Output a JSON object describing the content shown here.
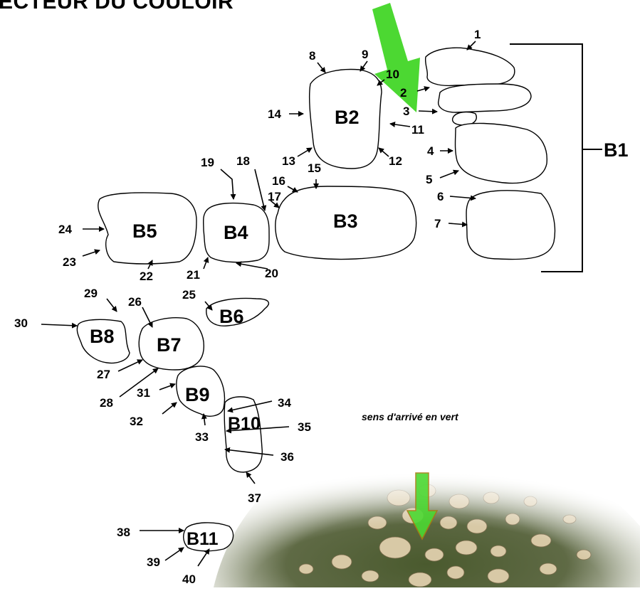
{
  "title": "ECTEUR DU COULOIR",
  "caption": "sens d'arrivé en vert",
  "colors": {
    "arrow_green": "#4cd832",
    "outline": "#000000",
    "background": "#ffffff"
  },
  "blocks": {
    "B1": "B1",
    "B2": "B2",
    "B3": "B3",
    "B4": "B4",
    "B5": "B5",
    "B6": "B6",
    "B7": "B7",
    "B8": "B8",
    "B9": "B9",
    "B10": "B10",
    "B11": "B11"
  },
  "points": {
    "p1": "1",
    "p2": "2",
    "p3": "3",
    "p4": "4",
    "p5": "5",
    "p6": "6",
    "p7": "7",
    "p8": "8",
    "p9": "9",
    "p10": "10",
    "p11": "11",
    "p12": "12",
    "p13": "13",
    "p14": "14",
    "p15": "15",
    "p16": "16",
    "p17": "17",
    "p18": "18",
    "p19": "19",
    "p20": "20",
    "p21": "21",
    "p22": "22",
    "p23": "23",
    "p24": "24",
    "p25": "25",
    "p26": "26",
    "p27": "27",
    "p28": "28",
    "p29": "29",
    "p30": "30",
    "p31": "31",
    "p32": "32",
    "p33": "33",
    "p34": "34",
    "p35": "35",
    "p36": "36",
    "p37": "37",
    "p38": "38",
    "p39": "39",
    "p40": "40"
  }
}
